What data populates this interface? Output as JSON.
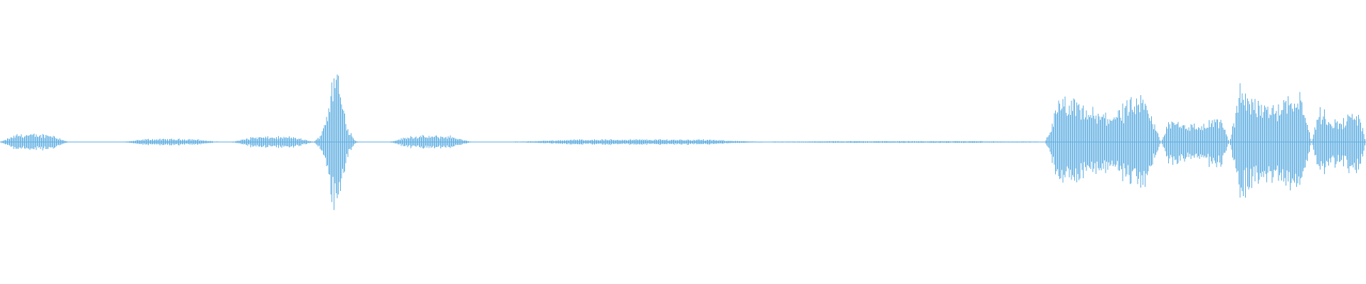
{
  "waveform": {
    "color": "#5dade2",
    "background": "#ffffff",
    "segments": [
      {
        "start": 0.0,
        "end": 0.05,
        "amp": 0.09
      },
      {
        "start": 0.09,
        "end": 0.16,
        "amp": 0.035
      },
      {
        "start": 0.17,
        "end": 0.23,
        "amp": 0.06
      },
      {
        "start": 0.23,
        "end": 0.265,
        "amp": 1.0
      },
      {
        "start": 0.285,
        "end": 0.345,
        "amp": 0.07
      },
      {
        "start": 0.375,
        "end": 0.56,
        "amp": 0.03
      },
      {
        "start": 0.56,
        "end": 0.765,
        "amp": 0.01
      },
      {
        "start": 0.765,
        "end": 0.85,
        "amp": 0.48
      },
      {
        "start": 0.85,
        "end": 0.9,
        "amp": 0.28
      },
      {
        "start": 0.9,
        "end": 0.96,
        "amp": 0.62
      },
      {
        "start": 0.96,
        "end": 1.0,
        "amp": 0.36
      }
    ]
  }
}
